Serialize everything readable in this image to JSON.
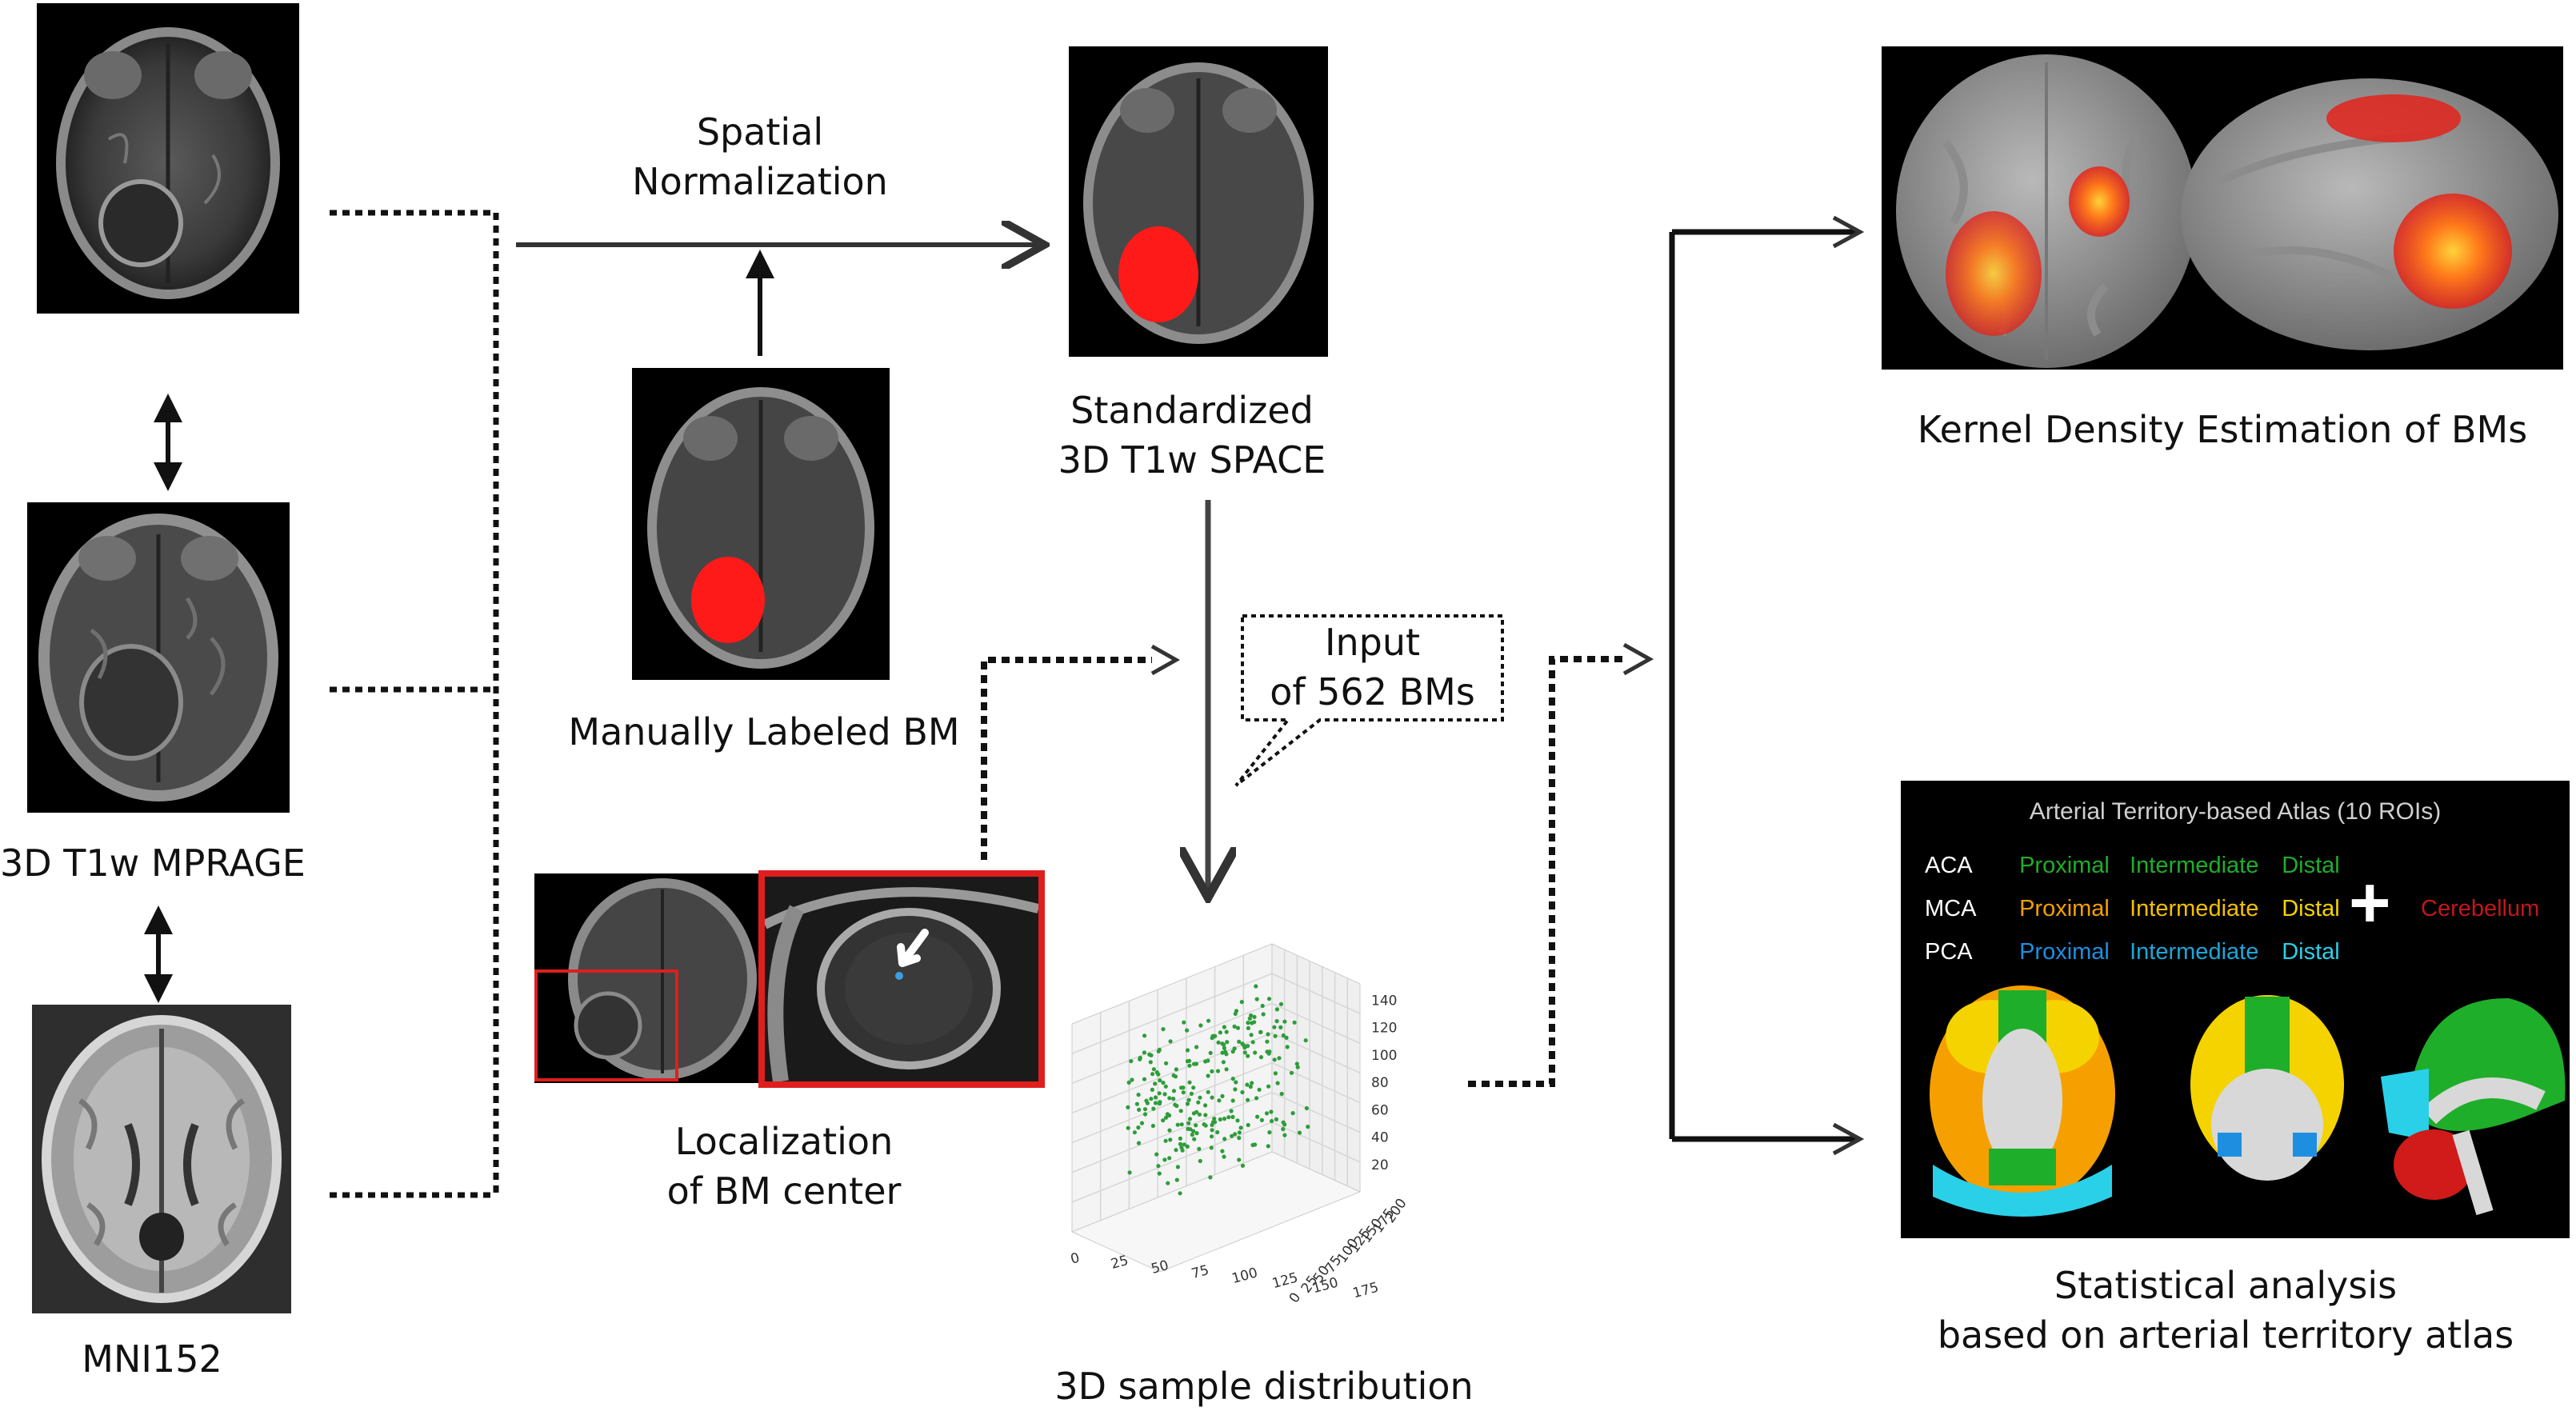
{
  "labels": {
    "spatial_normalization": [
      "Spatial",
      "Normalization"
    ],
    "standardized": [
      "Standardized",
      "3D T1w SPACE"
    ],
    "manually_labeled": "Manually Labeled BM",
    "mprage": "3D T1w MPRAGE",
    "mni": "MNI152",
    "localization": [
      "Localization",
      "of BM center"
    ],
    "input_callout": [
      "Input",
      "of 562 BMs"
    ],
    "sample_distribution": "3D sample distribution",
    "kde": "Kernel Density Estimation of BMs",
    "statistical": [
      "Statistical analysis",
      "based on arterial territory atlas"
    ]
  },
  "atlas": {
    "title": "Arterial Territory-based Atlas (10 ROIs)",
    "rows": [
      {
        "name": "ACA",
        "items": [
          "Proximal",
          "Intermediate",
          "Distal"
        ],
        "color": "#1fae2a"
      },
      {
        "name": "MCA",
        "items": [
          "Proximal",
          "Intermediate",
          "Distal"
        ],
        "color": "#f5a000"
      },
      {
        "name": "PCA",
        "items": [
          "Proximal",
          "Intermediate",
          "Distal"
        ],
        "color": "#1ea6d8"
      }
    ],
    "plus": "+",
    "extra": "Cerebellum",
    "extra_color": "#d11a1a"
  },
  "plot3d": {
    "z_ticks": [
      "20",
      "40",
      "60",
      "80",
      "100",
      "120",
      "140"
    ],
    "x_ticks": [
      "0",
      "25",
      "50",
      "75",
      "100",
      "125",
      "150",
      "175"
    ],
    "y_ticks": [
      "0",
      "25",
      "50",
      "75",
      "100",
      "125",
      "150",
      "175",
      "200"
    ]
  },
  "colors": {
    "lesion_red": "#ff1a1a",
    "point_green": "#2e9c3a",
    "highlight_red": "#e01e1e",
    "atlas_bg": "#000000"
  }
}
